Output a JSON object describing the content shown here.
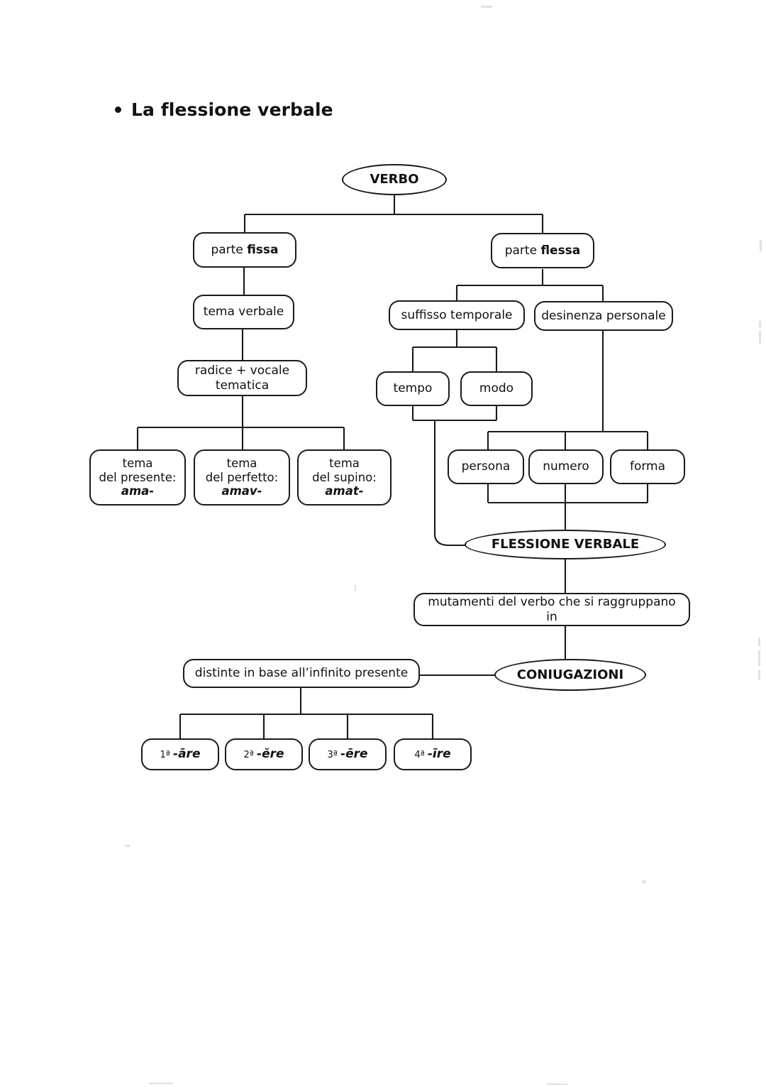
{
  "page": {
    "heading": "La flessione verbale",
    "bullet_icon": "bullet-dot-icon"
  },
  "diagram": {
    "type": "tree-flowchart",
    "title": "La flessione verbale",
    "nodes": {
      "verbo": {
        "label": "VERBO",
        "shape": "ellipse",
        "emphasis": "bold"
      },
      "parte_fissa_1": {
        "label": "parte ",
        "label_strong": "fissa",
        "shape": "rounded-box"
      },
      "parte_flessa_1": {
        "label": "parte ",
        "label_strong": "flessa",
        "shape": "rounded-box"
      },
      "tema_verbale": {
        "label": "tema verbale",
        "shape": "rounded-box"
      },
      "suffisso": {
        "label": "suffisso temporale",
        "shape": "rounded-box"
      },
      "desinenza": {
        "label": "desinenza personale",
        "shape": "rounded-box"
      },
      "radice": {
        "line1": "radice + vocale",
        "line2": "tematica",
        "shape": "rounded-box"
      },
      "tempo": {
        "label": "tempo",
        "shape": "rounded-box"
      },
      "modo": {
        "label": "modo",
        "shape": "rounded-box"
      },
      "tema_presente": {
        "line1": "tema",
        "line2": "del presente:",
        "line3": "ama-",
        "shape": "rounded-box"
      },
      "tema_perfetto": {
        "line1": "tema",
        "line2": "del perfetto:",
        "line3": "amav-",
        "shape": "rounded-box"
      },
      "tema_supino": {
        "line1": "tema",
        "line2": "del supino:",
        "line3": "amat-",
        "shape": "rounded-box"
      },
      "persona": {
        "label": "persona",
        "shape": "rounded-box"
      },
      "numero": {
        "label": "numero",
        "shape": "rounded-box"
      },
      "forma": {
        "label": "forma",
        "shape": "rounded-box"
      },
      "flessione_verbale": {
        "label": "FLESSIONE VERBALE",
        "shape": "ellipse",
        "emphasis": "bold"
      },
      "mutamenti": {
        "label": "mutamenti del verbo che si raggruppano in",
        "shape": "rounded-box"
      },
      "distinte": {
        "label": "distinte in base all’infinito presente",
        "shape": "rounded-box"
      },
      "coniugazioni": {
        "label": "CONIUGAZIONI",
        "shape": "ellipse",
        "emphasis": "bold"
      },
      "coniug_1": {
        "ord": "1ª ",
        "desin": "-āre",
        "shape": "rounded-box"
      },
      "coniug_2": {
        "ord": "2ª ",
        "desin": "-ĕre",
        "shape": "rounded-box"
      },
      "coniug_3": {
        "ord": "3ª ",
        "desin": "-ēre",
        "shape": "rounded-box"
      },
      "coniug_4": {
        "ord": "4ª ",
        "desin": "-īre",
        "shape": "rounded-box"
      }
    },
    "edges": [
      {
        "from": "verbo",
        "to": "parte_fissa_1"
      },
      {
        "from": "verbo",
        "to": "parte_flessa_1"
      },
      {
        "from": "parte_fissa_1",
        "to": "tema_verbale"
      },
      {
        "from": "parte_flessa_1",
        "to": "suffisso"
      },
      {
        "from": "parte_flessa_1",
        "to": "desinenza"
      },
      {
        "from": "tema_verbale",
        "to": "radice"
      },
      {
        "from": "suffisso",
        "to": "tempo"
      },
      {
        "from": "suffisso",
        "to": "modo"
      },
      {
        "from": "radice",
        "to": "tema_presente"
      },
      {
        "from": "radice",
        "to": "tema_perfetto"
      },
      {
        "from": "radice",
        "to": "tema_supino"
      },
      {
        "from": "desinenza",
        "to": "persona"
      },
      {
        "from": "desinenza",
        "to": "numero"
      },
      {
        "from": "desinenza",
        "to": "forma"
      },
      {
        "from": "tempo",
        "to": "flessione_verbale"
      },
      {
        "from": "modo",
        "to": "flessione_verbale"
      },
      {
        "from": "persona",
        "to": "flessione_verbale"
      },
      {
        "from": "numero",
        "to": "flessione_verbale"
      },
      {
        "from": "forma",
        "to": "flessione_verbale"
      },
      {
        "from": "flessione_verbale",
        "to": "mutamenti"
      },
      {
        "from": "mutamenti",
        "to": "coniugazioni"
      },
      {
        "from": "coniugazioni",
        "to": "distinte"
      },
      {
        "from": "distinte",
        "to": "coniug_1"
      },
      {
        "from": "distinte",
        "to": "coniug_2"
      },
      {
        "from": "distinte",
        "to": "coniug_3"
      },
      {
        "from": "distinte",
        "to": "coniug_4"
      }
    ],
    "colors": {
      "stroke": "#1a1a1a",
      "fill": "#ffffff",
      "text": "#111111"
    }
  }
}
